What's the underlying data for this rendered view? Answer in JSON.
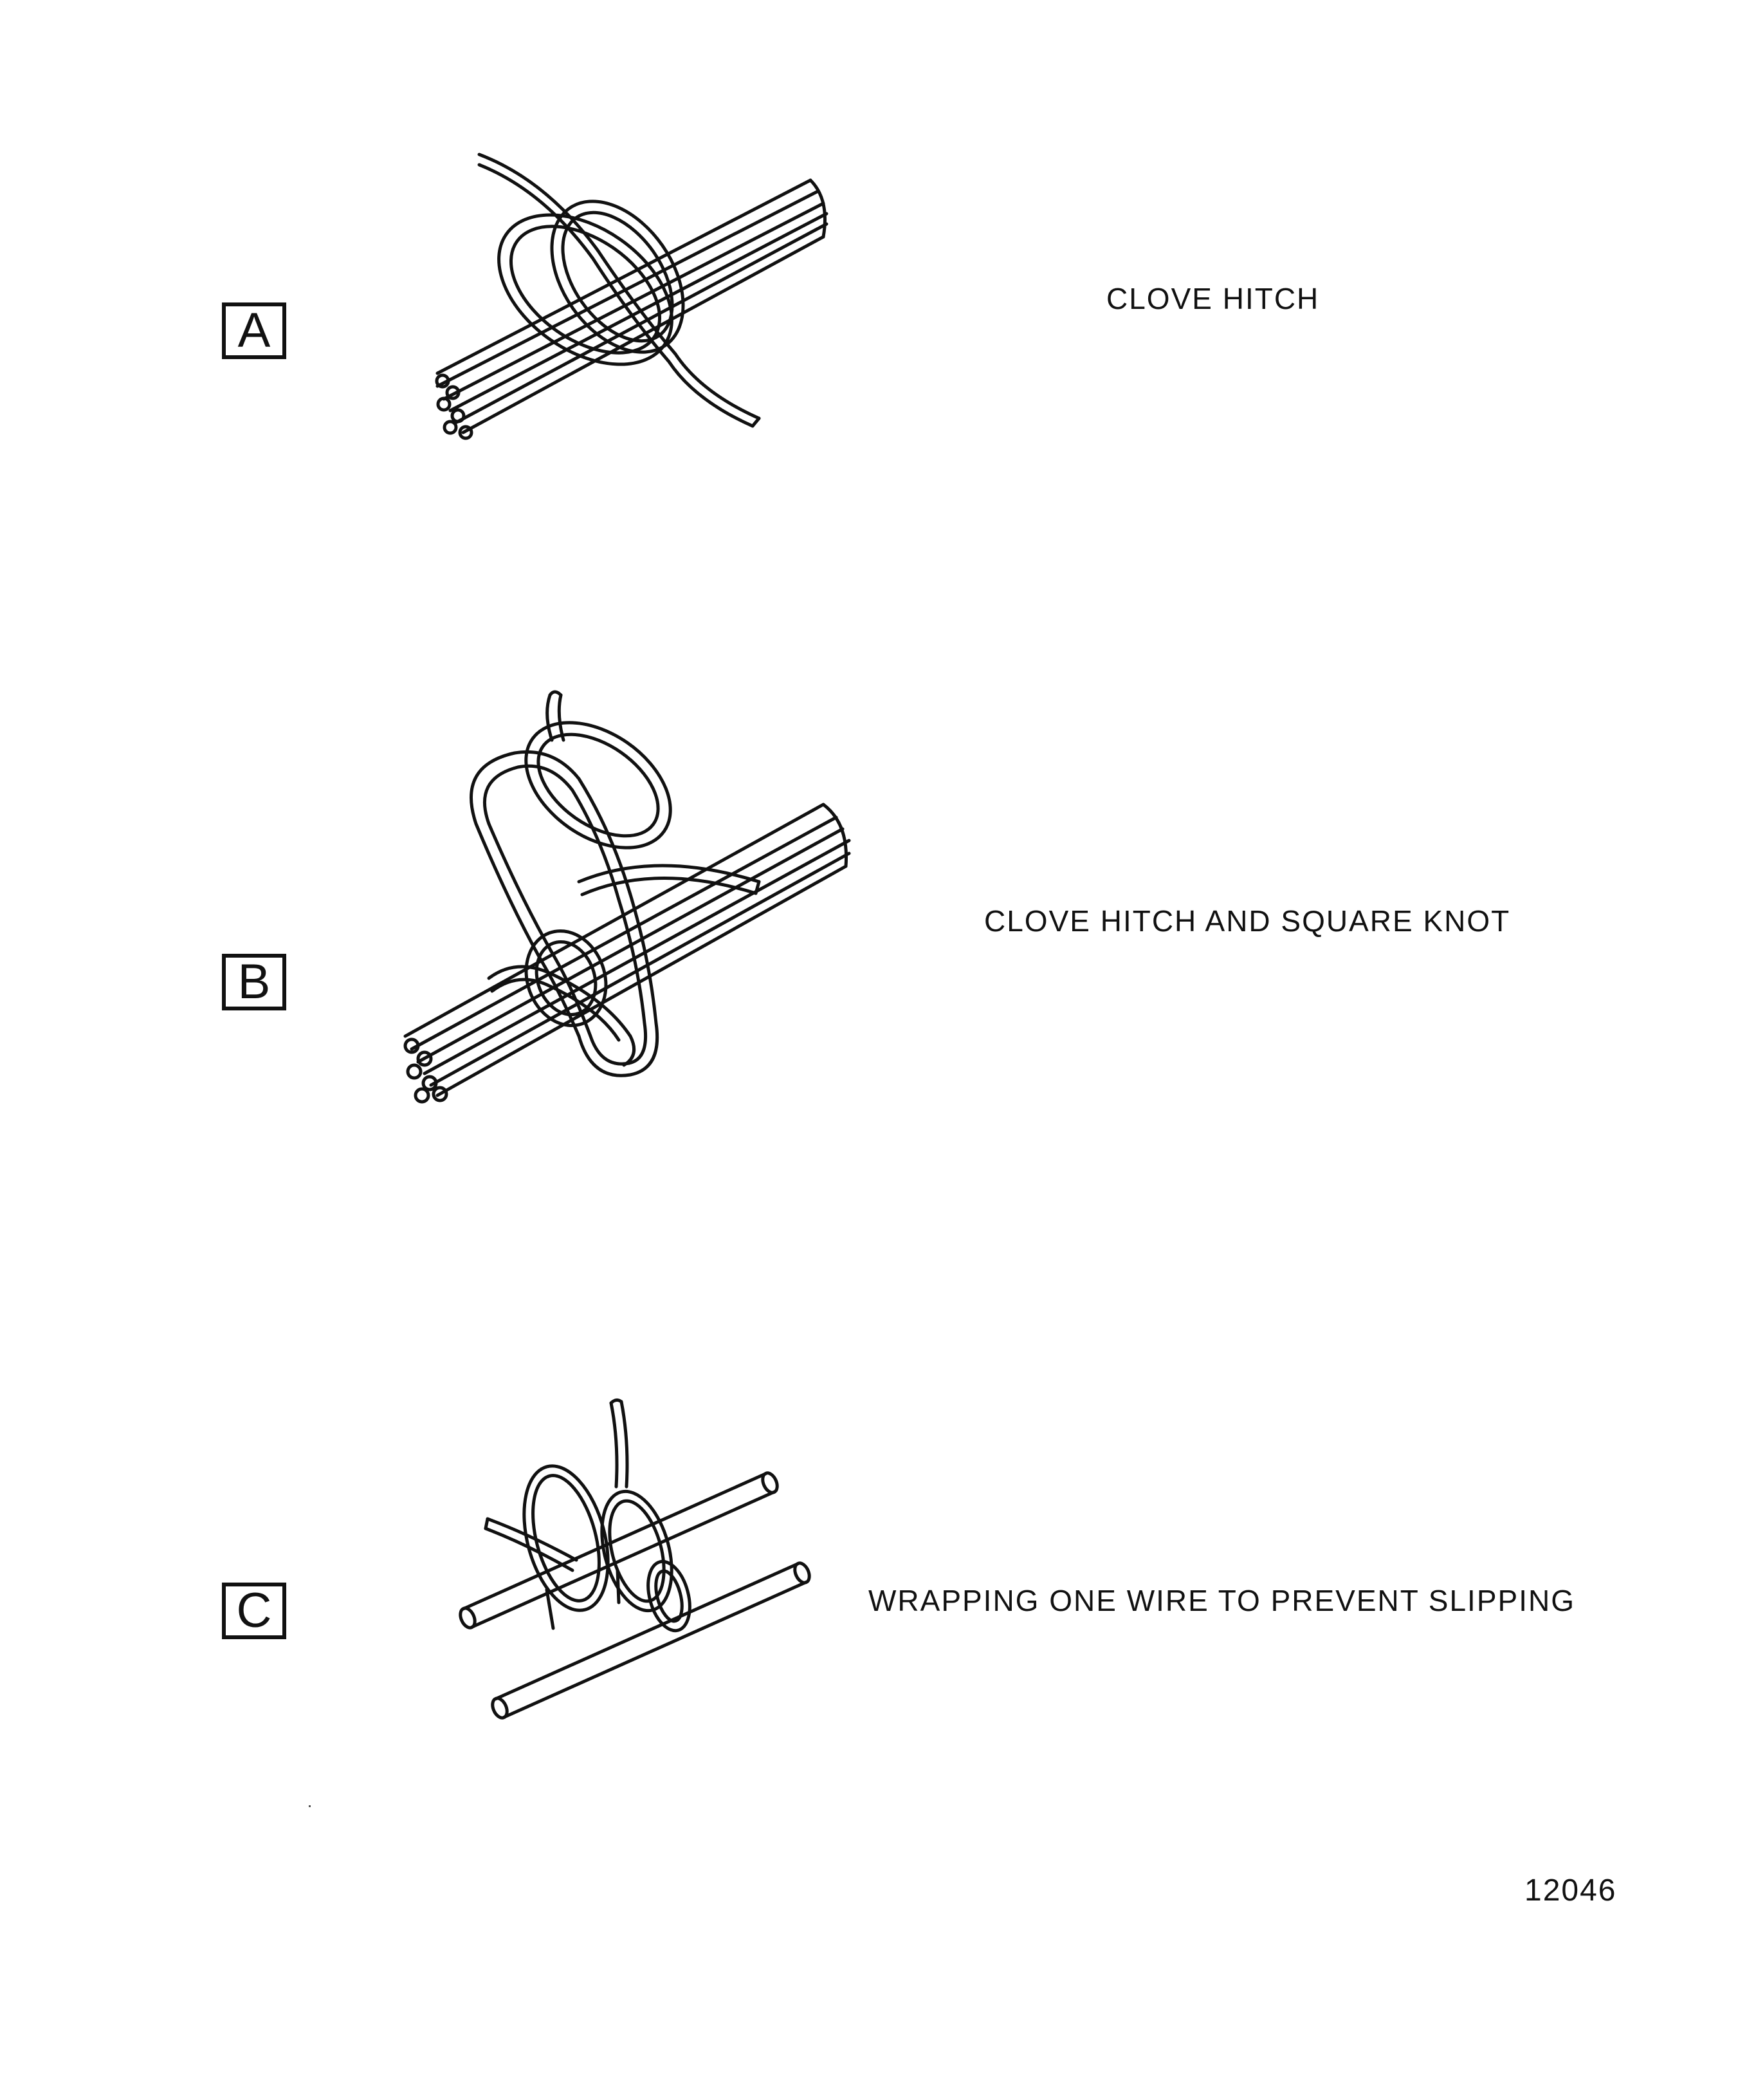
{
  "panels": [
    {
      "label": "A",
      "caption": "CLOVE HITCH"
    },
    {
      "label": "B",
      "caption": "CLOVE HITCH AND SQUARE KNOT"
    },
    {
      "label": "C",
      "caption": "WRAPPING ONE WIRE TO PREVENT SLIPPING"
    }
  ],
  "figure_number": "12046",
  "colors": {
    "line": "#111111",
    "background": "#ffffff"
  }
}
